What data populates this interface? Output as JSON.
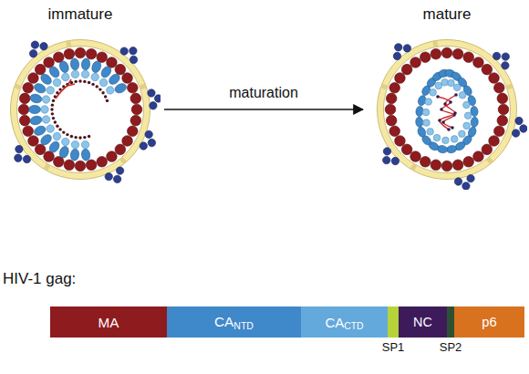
{
  "diagram": {
    "nodes": [
      {
        "text": [
          "immature"
        ]
      },
      {
        "text": [
          "mature"
        ]
      },
      {
        "text": [
          "MA"
        ]
      },
      {
        "text": [
          "CA",
          "NTD"
        ]
      },
      {
        "text": [
          "CA",
          "CTD"
        ]
      },
      {
        "text": [
          "SP1"
        ]
      },
      {
        "text": [
          "NC"
        ]
      },
      {
        "text": [
          "SP2"
        ]
      },
      {
        "text": [
          "p6"
        ]
      }
    ],
    "edges": [
      {
        "from": 0,
        "to": 1,
        "arrow": "to",
        "label": "maturation"
      }
    ],
    "labels": [
      "HIV-1 gag:"
    ]
  }
}
